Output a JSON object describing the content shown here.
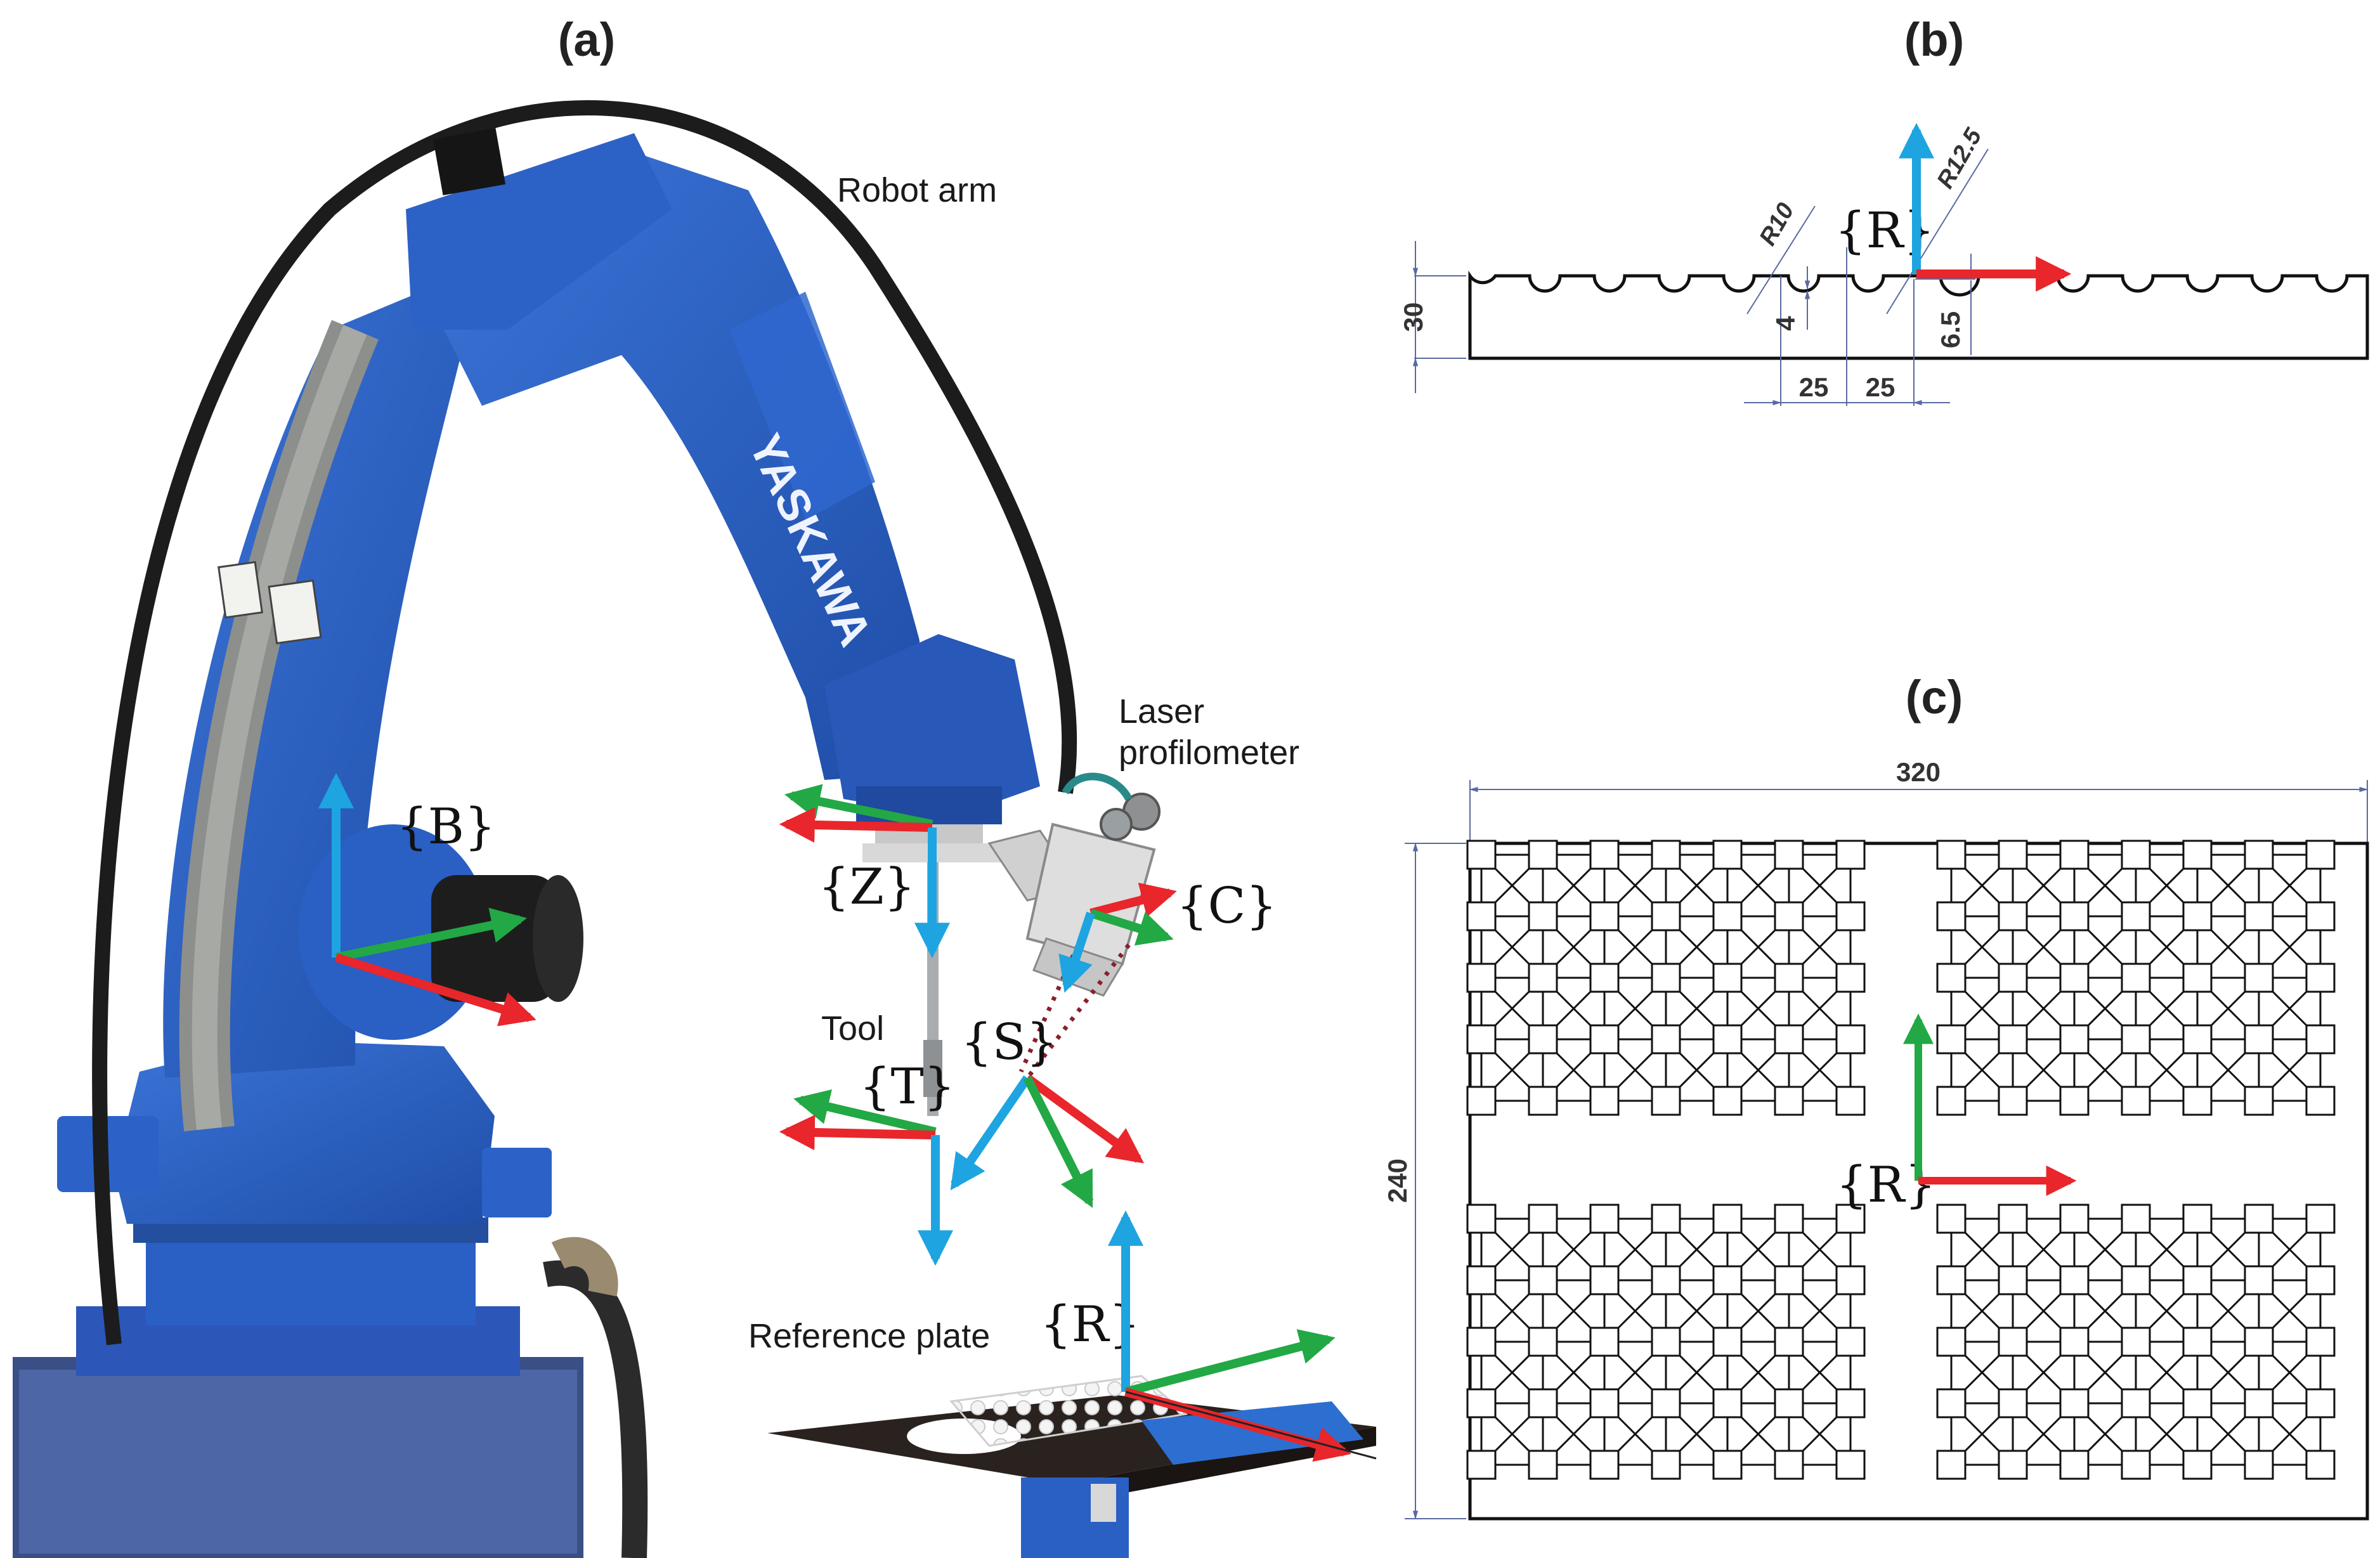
{
  "panels": {
    "a": {
      "label": "(a)"
    },
    "b": {
      "label": "(b)"
    },
    "c": {
      "label": "(c)"
    }
  },
  "callouts": {
    "robot_arm": "Robot arm",
    "laser_line1": "Laser",
    "laser_line2": "profilometer",
    "tool": "Tool",
    "reference_plate": "Reference plate",
    "brand": "YASKAWA"
  },
  "frames": {
    "base": "{B}",
    "flange": "{Z}",
    "camera": "{C}",
    "sensor": "{S}",
    "tool": "{T}",
    "reference": "{R}"
  },
  "dimensions_b": {
    "height": "30",
    "depth": "4",
    "depth2": "6.5",
    "pitch1": "25",
    "pitch2": "25",
    "radius_small": "R10",
    "radius_large": "R12.5"
  },
  "dimensions_c": {
    "width": "320",
    "height": "240"
  },
  "colors": {
    "axis_x": "#e8262b",
    "axis_y": "#22a845",
    "axis_z": "#1ea4e0",
    "robot_blue": "#2a5fc4",
    "dim_line": "#5a6aa0"
  }
}
